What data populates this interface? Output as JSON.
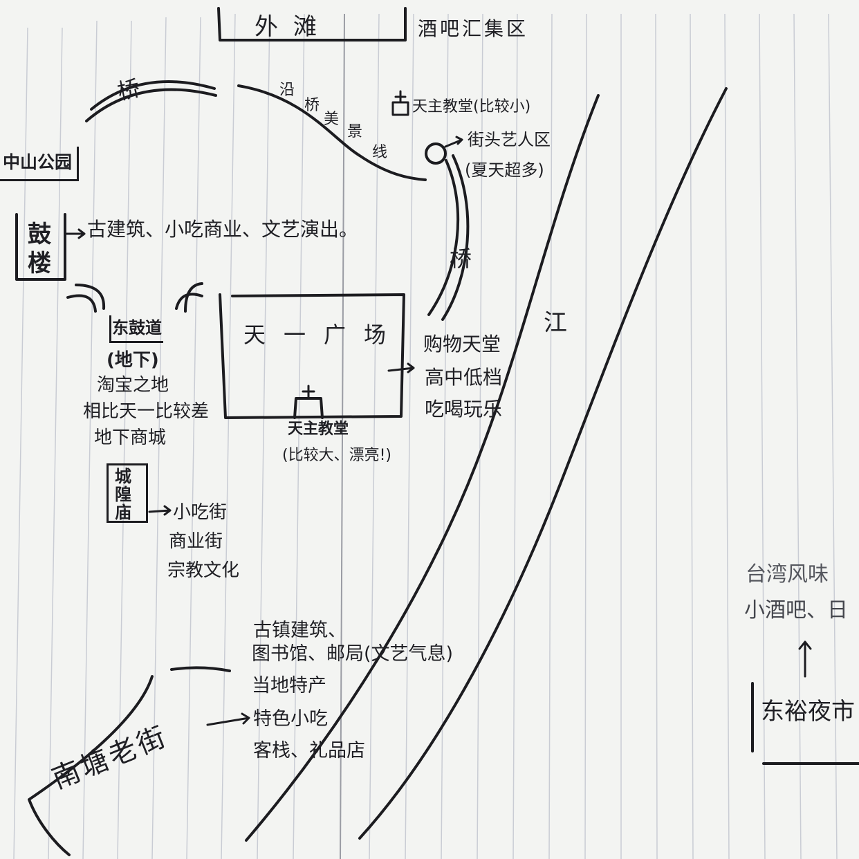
{
  "title": {
    "name": "外滩",
    "note": "酒吧汇集区"
  },
  "bridge_label": "桥",
  "river_label": "江",
  "scenic_line": [
    "沿",
    "桥",
    "美",
    "景",
    "线"
  ],
  "catholic_small": {
    "name": "天主教堂",
    "note": "(比较小)"
  },
  "street_artist": {
    "label": "街头艺人区",
    "note": "(夏天超多)"
  },
  "zhongshan_park": "中山公园",
  "drum_tower": {
    "name": "鼓楼",
    "desc": "古建筑、小吃商业、文艺演出。"
  },
  "dong_gu_dao": {
    "name": "东鼓道",
    "lines": [
      "(地下)",
      "淘宝之地",
      "相比天一比较差",
      "地下商城"
    ]
  },
  "tianyi_square": {
    "name": "天一广场",
    "church": "天主教堂",
    "church_note": "(比较大、漂亮!)",
    "features": [
      "购物天堂",
      "高中低档",
      "吃喝玩乐"
    ]
  },
  "city_god_temple": {
    "name": "城隍庙",
    "features": [
      "小吃街",
      "商业街",
      "宗教文化"
    ]
  },
  "nantang": {
    "name": "南塘老街",
    "features": [
      "古镇建筑、",
      "图书馆、邮局(文艺气息)",
      "当地特产",
      "特色小吃",
      "客栈、礼品店"
    ]
  },
  "dongyu": {
    "name": "东裕夜市",
    "features": [
      "台湾风味",
      "小酒吧、日"
    ]
  }
}
